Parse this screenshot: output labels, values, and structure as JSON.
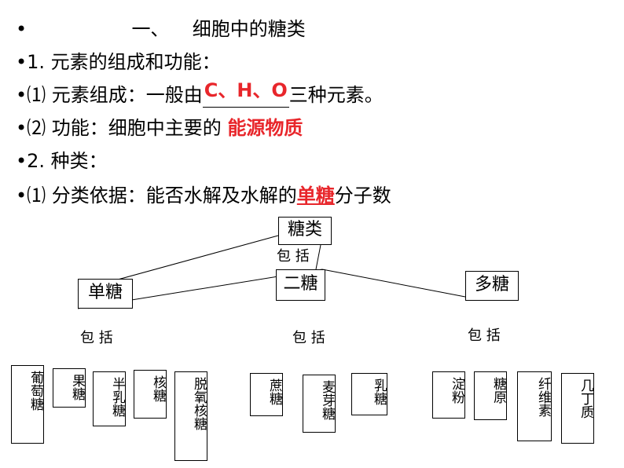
{
  "heading": {
    "bullet": "•",
    "number": "一、",
    "text": "细胞中的糖类"
  },
  "lines": {
    "l1": "•1. 元素的组成和功能：",
    "l2_prefix": "•⑴ 元素组成：一般由",
    "l2_answer": "C、H、O",
    "l2_suffix": "三种元素。",
    "l3_prefix": "•⑵ 功能：细胞中主要的",
    "l3_answer": "能源物质",
    "l4": "•2. 种类：",
    "l5_prefix": "•⑴ 分类依据：能否水解及水解的",
    "l5_answer": "单糖",
    "l5_suffix": "分子数"
  },
  "diagram": {
    "root": "糖类",
    "root_includes": "包  括",
    "mono": "单糖",
    "di": "二糖",
    "poly": "多糖",
    "includes": "包  括",
    "mono_items": [
      "葡萄糖",
      "果糖",
      "半乳糖",
      "核糖",
      "脱氧核糖"
    ],
    "di_items": [
      "蔗糖",
      "麦芽糖",
      "乳糖"
    ],
    "poly_items": [
      "淀粉",
      "糖原",
      "纤维素",
      "几丁质"
    ]
  },
  "colors": {
    "accent": "#e8262b"
  }
}
